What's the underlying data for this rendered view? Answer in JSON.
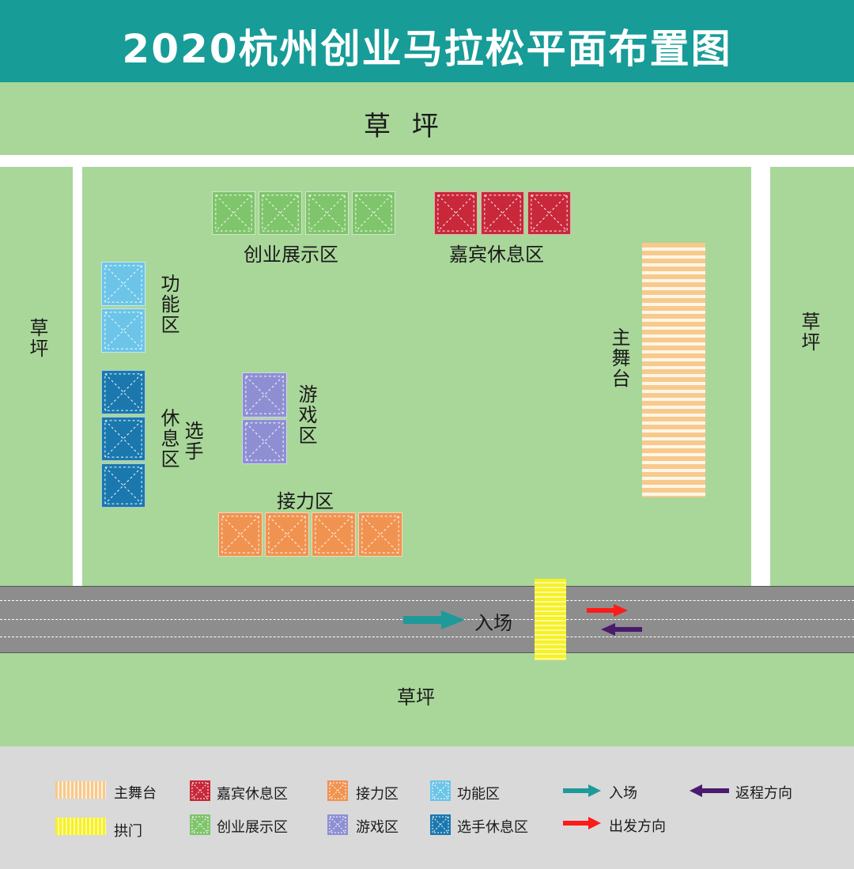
{
  "title": "2020杭州创业马拉松平面布置图",
  "lawn": {
    "top": "草 坪",
    "left": "草坪",
    "right": "草坪",
    "bottom": "草坪"
  },
  "zones": {
    "startup_display": "创业展示区",
    "guest_rest": "嘉宾休息区",
    "function": "功能区",
    "player_rest_a": "选手",
    "player_rest_b": "休息区",
    "game": "游戏区",
    "relay": "接力区",
    "main_stage": "主舞台",
    "entrance": "入场"
  },
  "colors": {
    "header": "#179c98",
    "lawn": "#a9d79a",
    "road": "#8d8d8d",
    "startup_display": "#7fc56b",
    "guest_rest": "#c8283a",
    "function": "#6cc5e8",
    "player_rest": "#1a78ae",
    "game": "#8e8fd3",
    "relay": "#f19350",
    "entrance_arrow": "#1f9a9a",
    "depart_arrow": "#ff1a1a",
    "return_arrow": "#4a1a6e"
  },
  "legend": {
    "main_stage": "主舞台",
    "arch": "拱门",
    "guest_rest": "嘉宾休息区",
    "startup_display": "创业展示区",
    "relay": "接力区",
    "game": "游戏区",
    "function": "功能区",
    "player_rest": "选手休息区",
    "entrance": "入场",
    "depart": "出发方向",
    "return": "返程方向"
  }
}
